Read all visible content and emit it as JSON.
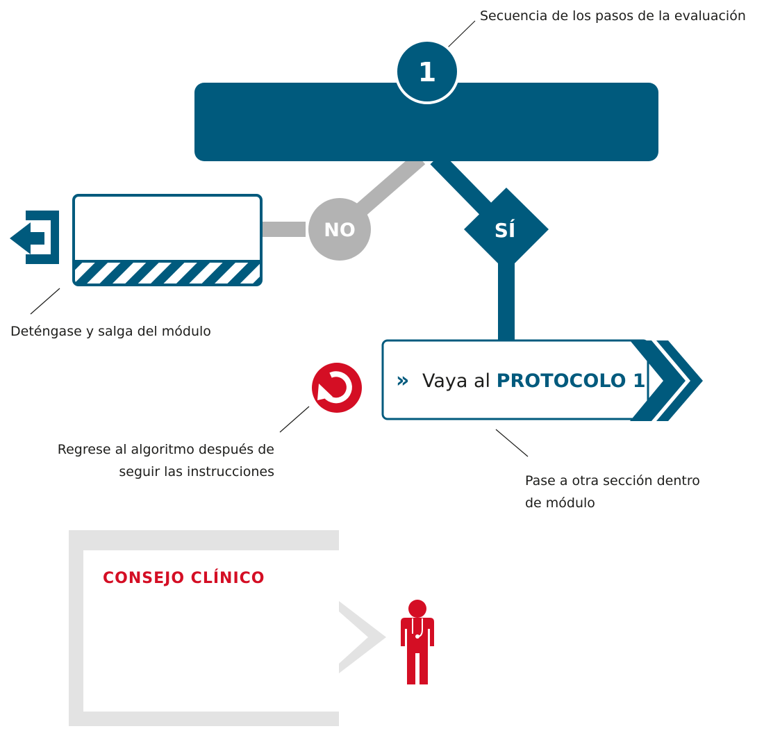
{
  "step": {
    "number": "1",
    "label": "Secuencia de los pasos de la evaluación"
  },
  "branches": {
    "no": "NO",
    "yes": "SÍ"
  },
  "exit_label": "Deténgase y salga del módulo",
  "return_label_line1": "Regrese al algoritmo después de",
  "return_label_line2": "seguir las instrucciones",
  "goto": {
    "prefix": "Vaya al",
    "target": "PROTOCOLO 1",
    "chevron_glyph": "»"
  },
  "goto_label_line1": "Pase a otra sección dentro",
  "goto_label_line2": "de módulo",
  "clinical_tip": {
    "title": "CONSEJO CLÍNICO"
  },
  "icons": [
    "exit-arrow-icon",
    "return-icon",
    "double-chevron-icon",
    "doctor-icon"
  ],
  "colors": {
    "primary": "#005a7d",
    "gray": "#b3b3b3",
    "light_gray": "#e3e3e3",
    "red": "#d40e24"
  }
}
